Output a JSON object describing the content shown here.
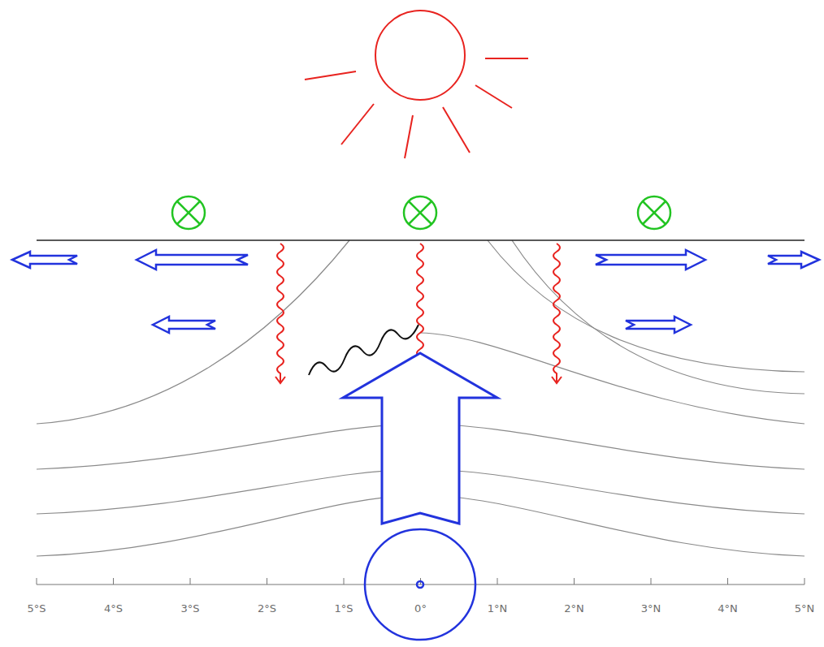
{
  "diagram": {
    "labels": [
      "5°S",
      "4°S",
      "3°S",
      "2°S",
      "1°S",
      "0°",
      "1°N",
      "2°N",
      "3°N",
      "4°N",
      "5°N"
    ]
  }
}
